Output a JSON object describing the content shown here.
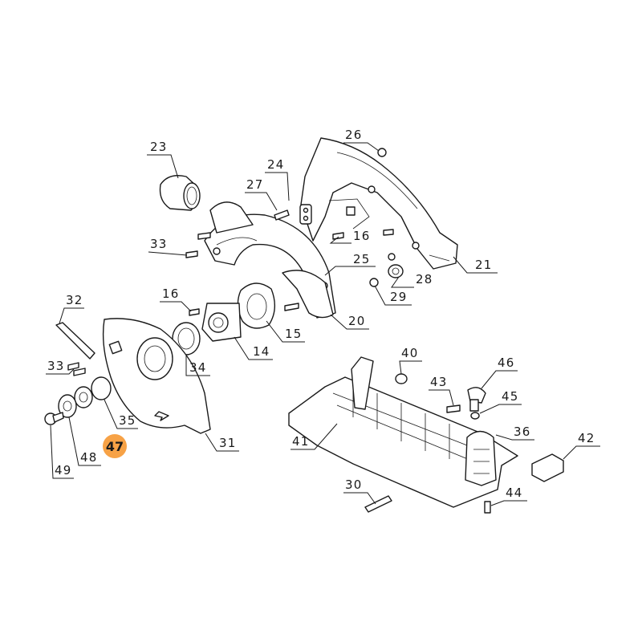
{
  "highlight": {
    "label": "47",
    "color": "#f7a246"
  },
  "callouts": [
    {
      "id": "23",
      "label": "23"
    },
    {
      "id": "24",
      "label": "24"
    },
    {
      "id": "26",
      "label": "26"
    },
    {
      "id": "27",
      "label": "27"
    },
    {
      "id": "16a",
      "label": "16"
    },
    {
      "id": "33a",
      "label": "33"
    },
    {
      "id": "25",
      "label": "25"
    },
    {
      "id": "21",
      "label": "21"
    },
    {
      "id": "28",
      "label": "28"
    },
    {
      "id": "29",
      "label": "29"
    },
    {
      "id": "16b",
      "label": "16"
    },
    {
      "id": "15",
      "label": "15"
    },
    {
      "id": "20",
      "label": "20"
    },
    {
      "id": "32",
      "label": "32"
    },
    {
      "id": "14",
      "label": "14"
    },
    {
      "id": "33b",
      "label": "33"
    },
    {
      "id": "34",
      "label": "34"
    },
    {
      "id": "35",
      "label": "35"
    },
    {
      "id": "31",
      "label": "31"
    },
    {
      "id": "48",
      "label": "48"
    },
    {
      "id": "49",
      "label": "49"
    },
    {
      "id": "40",
      "label": "40"
    },
    {
      "id": "46",
      "label": "46"
    },
    {
      "id": "43",
      "label": "43"
    },
    {
      "id": "45",
      "label": "45"
    },
    {
      "id": "36",
      "label": "36"
    },
    {
      "id": "41",
      "label": "41"
    },
    {
      "id": "42",
      "label": "42"
    },
    {
      "id": "30",
      "label": "30"
    },
    {
      "id": "44",
      "label": "44"
    }
  ]
}
